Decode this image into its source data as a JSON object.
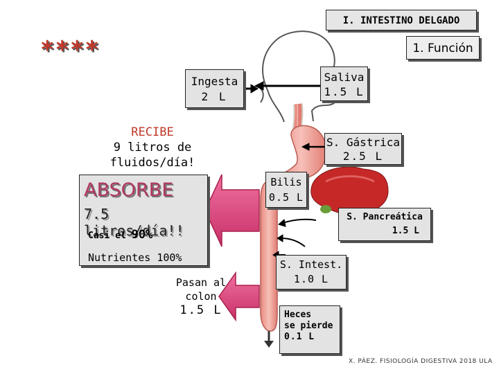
{
  "header": {
    "title": "I. INTESTINO DELGADO",
    "subtitle": "1. Función",
    "stars": "****"
  },
  "inputs": {
    "ingesta": {
      "label": "Ingesta",
      "value": "2 L"
    },
    "saliva": {
      "label": "Saliva",
      "value": "1.5 L"
    },
    "gastrica": {
      "label": "S. Gástrica",
      "value": "2.5 L"
    },
    "bilis": {
      "label": "Bilis",
      "value": "0.5 L"
    },
    "pancreatica": {
      "label": "S. Pancreática",
      "value": "1.5 L"
    },
    "intestinal": {
      "label": "S. Intest.",
      "value": "1.0 L"
    }
  },
  "recibe": {
    "line1": "RECIBE",
    "line2": "9 litros de fluidos/día!"
  },
  "absorbe": {
    "title": "ABSORBE",
    "amount": "7.5 litros/día!!",
    "casi_prefix": "Casi el",
    "casi_pct": "90%",
    "nutrientes": "Nutrientes 100%"
  },
  "colon": {
    "line1": "Pasan al",
    "line2": "colon",
    "value": "1.5 L"
  },
  "heces": {
    "line1": "Heces",
    "line2": "se pierde",
    "value": "0.1 L"
  },
  "footer": "X. PÁEZ. FISIOLOGÍA DIGESTIVA 2018 ULA",
  "colors": {
    "accent_red": "#c0392b",
    "arrow_pink": "#e0467e",
    "liver": "#c62828",
    "gut": "#f0a9a0"
  }
}
